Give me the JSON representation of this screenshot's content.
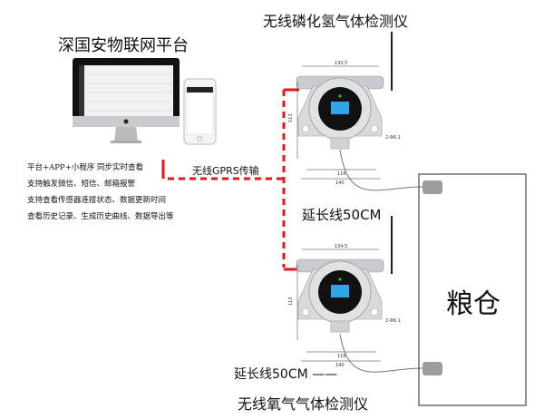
{
  "platform": {
    "title": "深国安物联网平台",
    "features": [
      "平台+APP+小程序 同步实时查看",
      "支持触发微信、短信、邮箱报警",
      "支持查看传感器连接状态、数据更新时间",
      "查看历史记录、生成历史曲线、数据导出等"
    ]
  },
  "link_label": "无线GPRS传输",
  "devices": [
    {
      "title": "无线磷化氢气体检测仪",
      "extension": "延长线50CM",
      "dims": {
        "width_top": "130.5",
        "height": "113",
        "hole_span": "116",
        "width_bottom": "140",
        "holes": "2-Φ6.1"
      }
    },
    {
      "title": "无线氧气气体检测仪",
      "extension": "延长线50CM ——",
      "dims": {
        "width_top": "134.5",
        "height": "113",
        "hole_span": "116",
        "width_bottom": "140",
        "holes": "2-Φ6.1"
      }
    }
  ],
  "bin_label": "粮仓",
  "colors": {
    "link": "#e8141c",
    "device": "#cfd2d6",
    "screen": "#2ea6e8"
  }
}
